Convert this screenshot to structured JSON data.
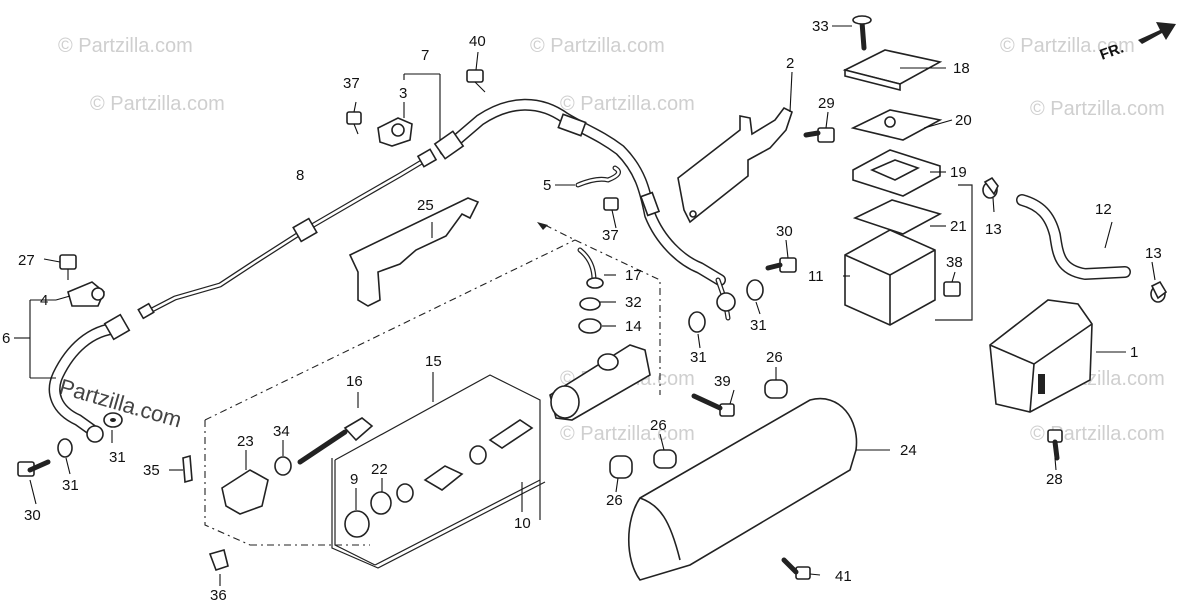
{
  "watermark": {
    "copyright": "© Partzilla.com",
    "brand": "Partzilla.com"
  },
  "direction_label": "FR.",
  "callouts": {
    "c1": "1",
    "c2": "2",
    "c3": "3",
    "c4": "4",
    "c5": "5",
    "c6": "6",
    "c7": "7",
    "c8": "8",
    "c9": "9",
    "c10": "10",
    "c11": "11",
    "c12": "12",
    "c13a": "13",
    "c13b": "13",
    "c14": "14",
    "c15": "15",
    "c16": "16",
    "c17": "17",
    "c18": "18",
    "c19": "19",
    "c20": "20",
    "c21": "21",
    "c22": "22",
    "c23": "23",
    "c24": "24",
    "c25": "25",
    "c26a": "26",
    "c26b": "26",
    "c26c": "26",
    "c27": "27",
    "c28": "28",
    "c29": "29",
    "c30a": "30",
    "c30b": "30",
    "c31a": "31",
    "c31b": "31",
    "c31c": "31",
    "c31d": "31",
    "c32": "32",
    "c33": "33",
    "c34": "34",
    "c35": "35",
    "c36": "36",
    "c37a": "37",
    "c37b": "37",
    "c38": "38",
    "c39": "39",
    "c40": "40",
    "c41": "41"
  }
}
